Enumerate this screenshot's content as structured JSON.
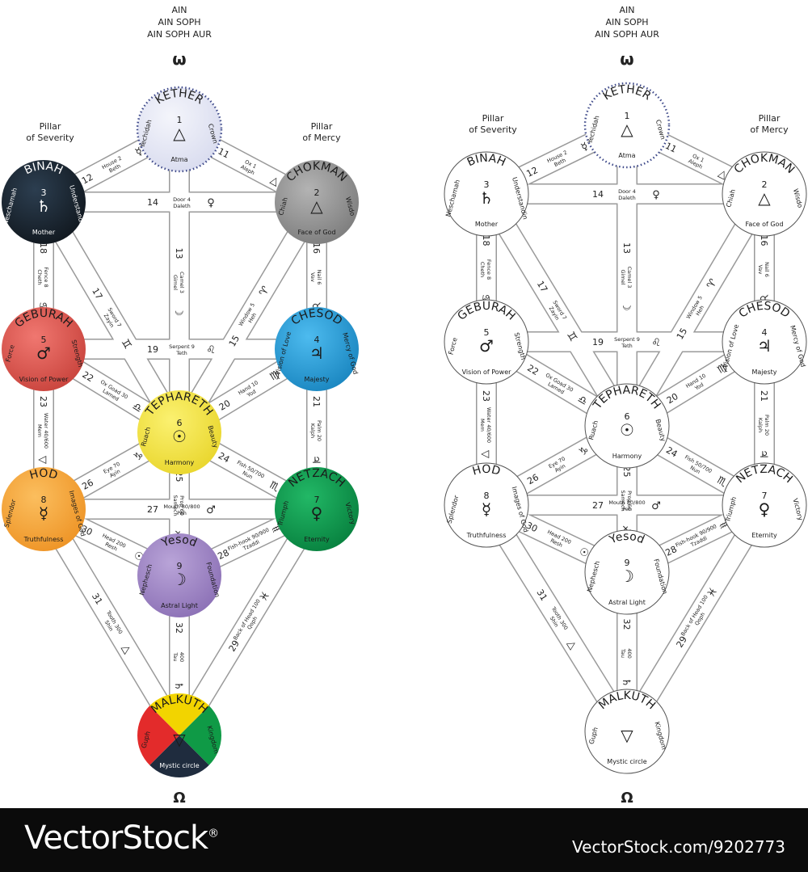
{
  "header": {
    "line1": "AIN",
    "line2": "AIN SOPH",
    "line3": "AIN SOPH AUR",
    "top_glyph": "ω",
    "bottom_glyph": "Ω"
  },
  "pillars": {
    "severity": [
      "Pillar",
      "of Severity"
    ],
    "mercy": [
      "Pillar",
      "of Mercy"
    ]
  },
  "sephiroth": [
    {
      "id": "kether",
      "name": "KETHER",
      "num": "1",
      "sym": "△",
      "upper_left": "",
      "left": "Yechidah",
      "right": "Crown",
      "bottom": "Atma",
      "color": "#e8eaf6",
      "dotted": true
    },
    {
      "id": "binah",
      "name": "BINAH",
      "num": "3",
      "sym": "♄",
      "left": "Neschamah",
      "right": "Understandin",
      "bottom": "Mother",
      "color": "#1b2631",
      "dotted": false
    },
    {
      "id": "chokman",
      "name": "CHOKMAN",
      "num": "2",
      "sym": "△",
      "left": "Chiah",
      "right": "Wisdo",
      "bottom": "Face of God",
      "color": "#9a9a9a",
      "dotted": false
    },
    {
      "id": "geburah",
      "name": "GEBURAH",
      "num": "5",
      "sym": "♂",
      "left": "Force",
      "right": "Strength",
      "bottom": "Vision of Power",
      "color": "#e05a52",
      "dotted": false
    },
    {
      "id": "chesod",
      "name": "CHESOD",
      "num": "4",
      "sym": "♃",
      "left": "Vision of Love",
      "right": "Mercy of God",
      "bottom": "Majesty",
      "color": "#29a3dd",
      "dotted": false
    },
    {
      "id": "tephareth",
      "name": "TEPHARETH",
      "num": "6",
      "sym": "☉",
      "left": "Ruach",
      "right": "Beauty",
      "bottom": "Harmony",
      "color": "#f5e44a",
      "dotted": false
    },
    {
      "id": "hod",
      "name": "HOD",
      "num": "8",
      "sym": "☿",
      "left": "Splendor",
      "right": "Images of God",
      "bottom": "Truthfulness",
      "color": "#f7a93a",
      "dotted": false
    },
    {
      "id": "netzach",
      "name": "NETZACH",
      "num": "7",
      "sym": "♀",
      "left": "Triumph",
      "right": "Victory",
      "bottom": "Eternity",
      "color": "#12a151",
      "dotted": false
    },
    {
      "id": "yesod",
      "name": "Yesod",
      "num": "9",
      "sym": "☽",
      "left": "Nephesch",
      "right": "Foundation",
      "bottom": "Astral Light",
      "color": "#a48bc9",
      "dotted": false
    },
    {
      "id": "malkuth",
      "name": "MALKUTH",
      "num": "",
      "sym": "▽",
      "left": "Guph",
      "right": "Kingdom",
      "bottom": "Mystic circle",
      "color": "multi",
      "dotted": false
    }
  ],
  "paths": [
    {
      "n": "11",
      "from": "kether",
      "to": "chokman",
      "label": "Ox 1",
      "label2": "Aleph",
      "sym": "△"
    },
    {
      "n": "12",
      "from": "kether",
      "to": "binah",
      "label": "House 2",
      "label2": "Beth",
      "sym": "☿"
    },
    {
      "n": "13",
      "from": "kether",
      "to": "tephareth",
      "label": "Camel 3",
      "label2": "Gimel",
      "sym": "☽"
    },
    {
      "n": "14",
      "from": "binah",
      "to": "chokman",
      "label": "Door 4",
      "label2": "Daleth",
      "sym": "♀"
    },
    {
      "n": "15",
      "from": "chokman",
      "to": "tephareth",
      "label": "Window 5",
      "label2": "Heh",
      "sym": "♈"
    },
    {
      "n": "16",
      "from": "chokman",
      "to": "chesod",
      "label": "Nail 6",
      "label2": "Vav",
      "sym": "♉"
    },
    {
      "n": "17",
      "from": "binah",
      "to": "tephareth",
      "label": "Sword 7",
      "label2": "Zayin",
      "sym": "♊"
    },
    {
      "n": "18",
      "from": "binah",
      "to": "geburah",
      "label": "Fence 8",
      "label2": "Cheth",
      "sym": "♋"
    },
    {
      "n": "19",
      "from": "geburah",
      "to": "chesod",
      "label": "Serpent 9",
      "label2": "Teth",
      "sym": "♌"
    },
    {
      "n": "20",
      "from": "chesod",
      "to": "tephareth",
      "label": "Hand 10",
      "label2": "Yod",
      "sym": "♍"
    },
    {
      "n": "21",
      "from": "chesod",
      "to": "netzach",
      "label": "Palm 20",
      "label2": "Kalph",
      "sym": "♃"
    },
    {
      "n": "22",
      "from": "geburah",
      "to": "tephareth",
      "label": "Ox Goad 30",
      "label2": "Lamed",
      "sym": "♎"
    },
    {
      "n": "23",
      "from": "geburah",
      "to": "hod",
      "label": "Water 40/600",
      "label2": "Mem",
      "sym": "▽"
    },
    {
      "n": "24",
      "from": "tephareth",
      "to": "netzach",
      "label": "Fish 50/700",
      "label2": "Nun",
      "sym": "♏"
    },
    {
      "n": "25",
      "from": "tephareth",
      "to": "yesod",
      "label": "Prop 60",
      "label2": "Samech",
      "sym": "♐"
    },
    {
      "n": "26",
      "from": "tephareth",
      "to": "hod",
      "label": "Eye 70",
      "label2": "Ayin",
      "sym": "♑"
    },
    {
      "n": "27",
      "from": "hod",
      "to": "netzach",
      "label": "Mouth 80/800",
      "label2": "Peh",
      "sym": "♂"
    },
    {
      "n": "28",
      "from": "netzach",
      "to": "yesod",
      "label": "Fish-hook 90/900",
      "label2": "Tzaddi",
      "sym": "♒"
    },
    {
      "n": "29",
      "from": "netzach",
      "to": "malkuth",
      "label": "Back of Head 100",
      "label2": "Qoph",
      "sym": "♓"
    },
    {
      "n": "30",
      "from": "hod",
      "to": "yesod",
      "label": "Head 200",
      "label2": "Resh",
      "sym": "☉"
    },
    {
      "n": "31",
      "from": "hod",
      "to": "malkuth",
      "label": "Tooth 300",
      "label2": "Shin",
      "sym": "△"
    },
    {
      "n": "32",
      "from": "yesod",
      "to": "malkuth",
      "label": "400",
      "label2": "Tau",
      "sym": "♄"
    }
  ],
  "footer": {
    "brand": "VectorStock",
    "registered": "®",
    "id": "VectorStock.com/9202773"
  }
}
